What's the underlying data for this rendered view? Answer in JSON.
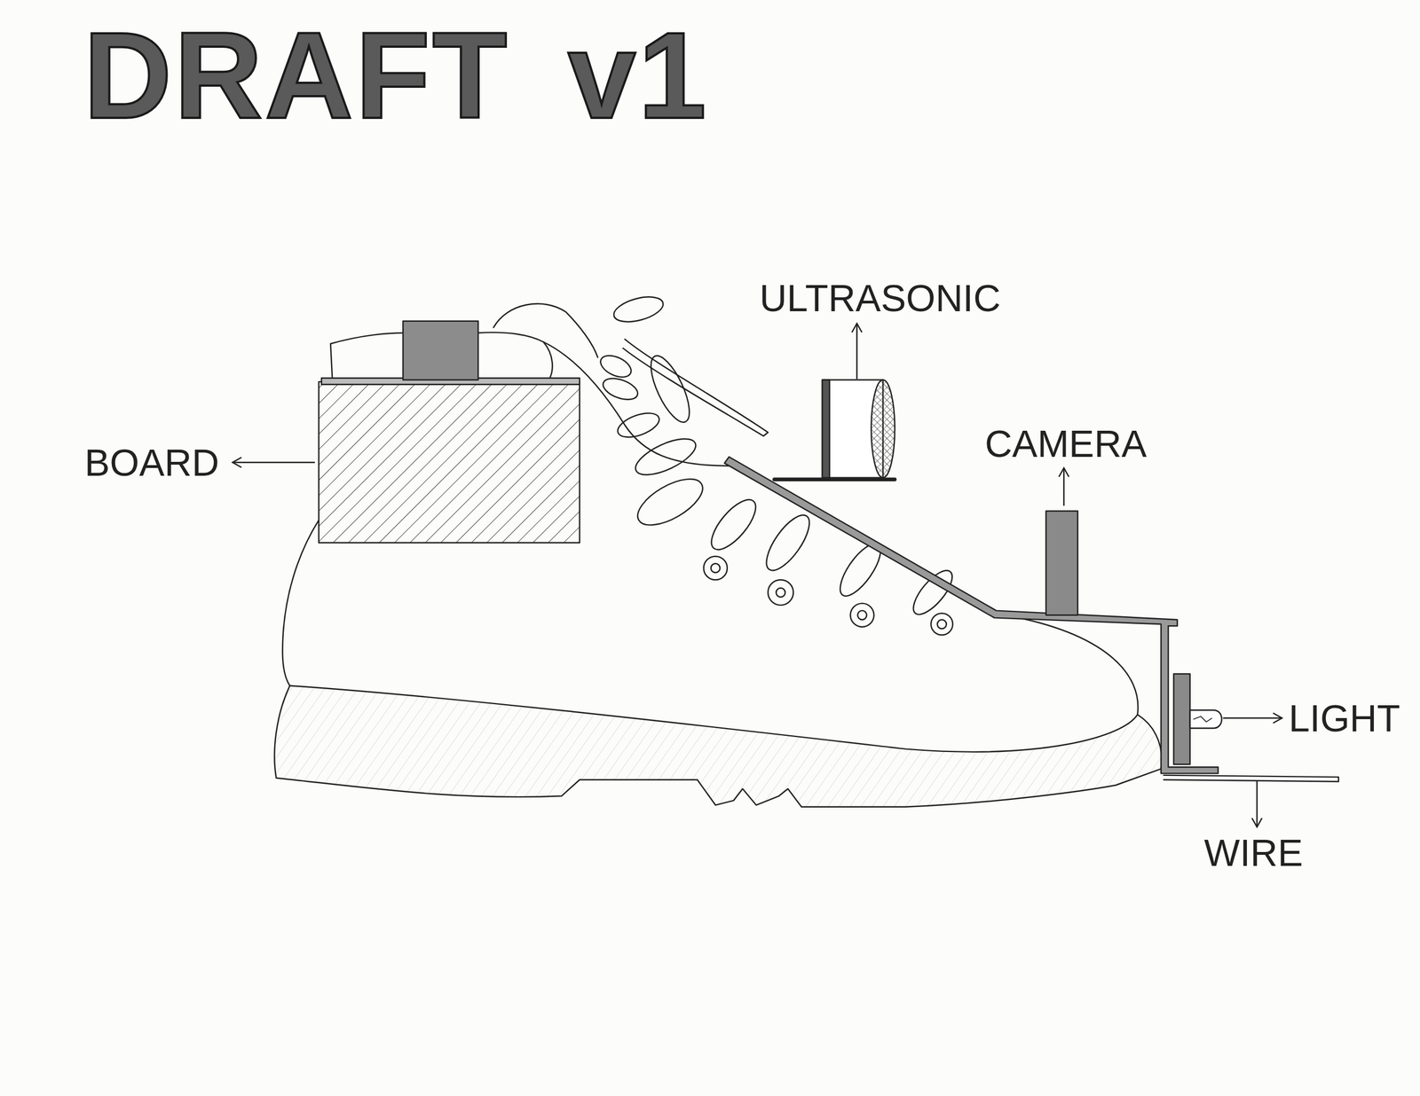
{
  "diagram": {
    "title": "DRAFT v1",
    "labels": [
      "BOARD",
      "ULTRASONIC",
      "CAMERA",
      "LIGHT",
      "WIRE"
    ]
  }
}
